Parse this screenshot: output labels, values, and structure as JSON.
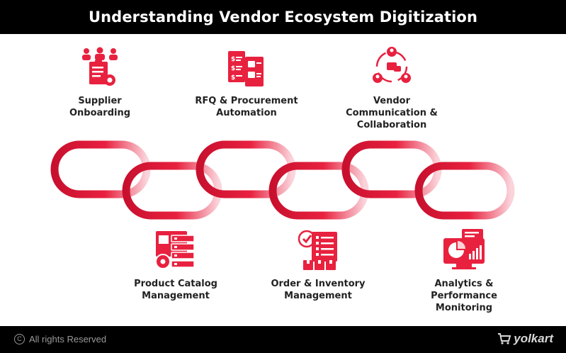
{
  "title": "Understanding Vendor Ecosystem Digitization",
  "colors": {
    "accent": "#e8213f",
    "dark": "#000000",
    "chain_light": "#f6c3cc"
  },
  "steps": [
    {
      "label_lines": [
        "Supplier",
        "Onboarding"
      ],
      "icon": "supplier-onboarding-icon"
    },
    {
      "label_lines": [
        "Product Catalog",
        "Management"
      ],
      "icon": "product-catalog-icon"
    },
    {
      "label_lines": [
        "RFQ & Procurement",
        "Automation"
      ],
      "icon": "rfq-procurement-icon"
    },
    {
      "label_lines": [
        "Order & Inventory",
        "Management"
      ],
      "icon": "order-inventory-icon"
    },
    {
      "label_lines": [
        "Vendor",
        "Communication &",
        "Collaboration"
      ],
      "icon": "vendor-communication-icon"
    },
    {
      "label_lines": [
        "Analytics &",
        "Performance",
        "Monitoring"
      ],
      "icon": "analytics-icon"
    }
  ],
  "footer": {
    "copyright": "All rights Reserved",
    "brand": "yolkart"
  }
}
